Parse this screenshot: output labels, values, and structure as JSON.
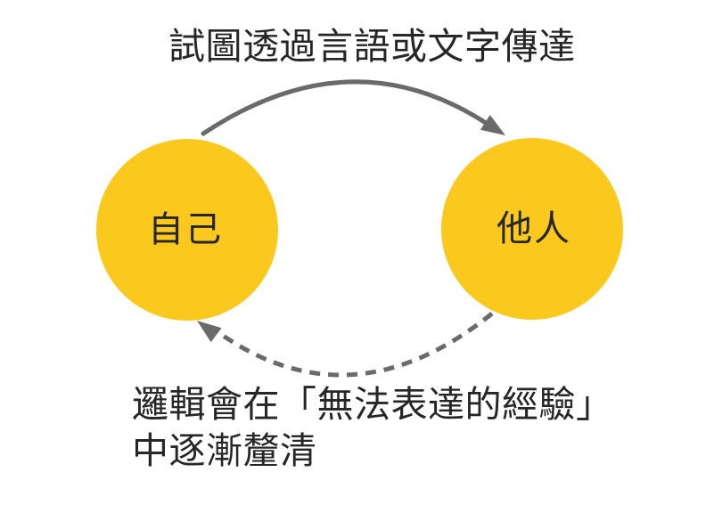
{
  "diagram": {
    "title": "",
    "top_caption": "試圖透過言語或文字傳達",
    "bottom_caption": {
      "line1": "邏輯會在「無法表達的經驗」",
      "line2": "中逐漸釐清"
    },
    "nodes": [
      {
        "id": "self",
        "label": "自己"
      },
      {
        "id": "others",
        "label": "他人"
      }
    ],
    "arrows": [
      {
        "id": "top-arrow",
        "style": "solid",
        "from": "自己",
        "to": "他人",
        "caption": "試圖透過言語或文字傳達"
      },
      {
        "id": "bottom-arrow",
        "style": "dashed",
        "from": "他人",
        "to": "自己",
        "caption": "邏輯會在「無法表達的經驗」中逐漸釐清"
      }
    ],
    "colors": {
      "node_fill": "#FBC81E",
      "arrow": "#6a6a6a",
      "text": "#262626",
      "background": "#ffffff"
    }
  }
}
